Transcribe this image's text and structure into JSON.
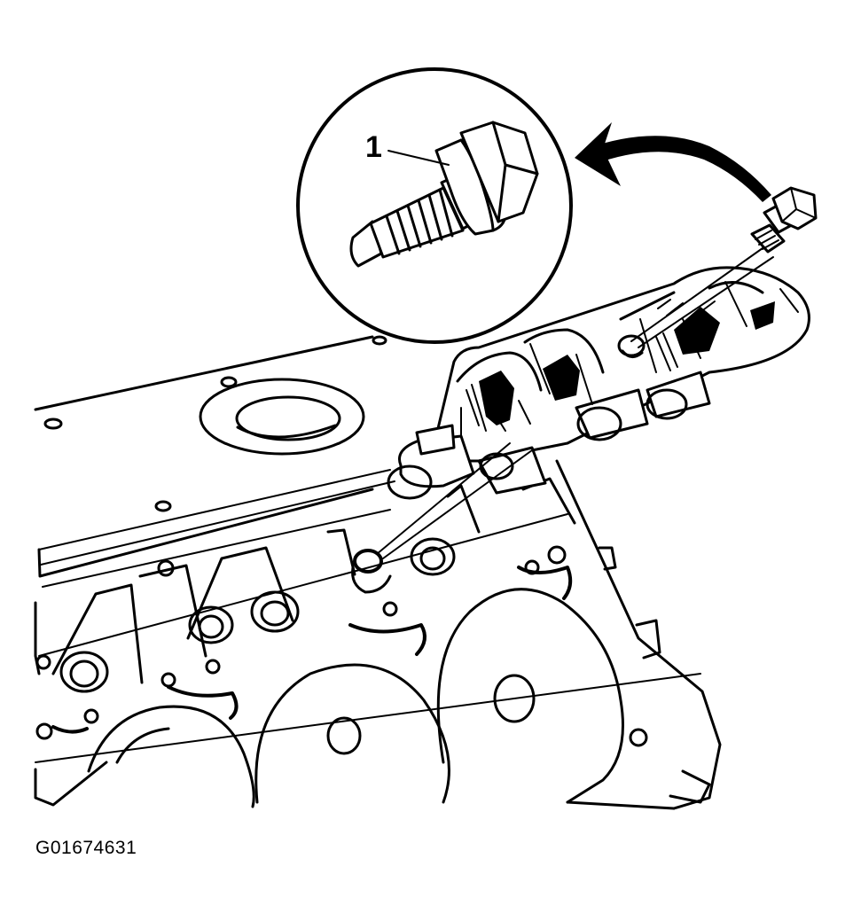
{
  "figure": {
    "callout_label": "1",
    "figure_code": "G01674631"
  },
  "parts": [
    {
      "name": "bolt",
      "callout": "1"
    }
  ],
  "colors": {
    "ink": "#000000",
    "paper": "#ffffff"
  }
}
